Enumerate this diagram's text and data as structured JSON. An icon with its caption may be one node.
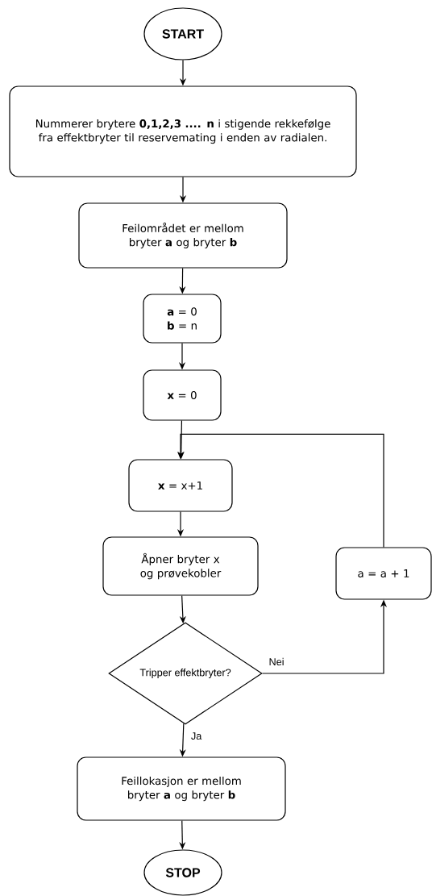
{
  "diagram": {
    "nodes": [
      {
        "text": [
          "START"
        ]
      },
      {
        "text": [
          "Nummerer brytere **0,1,2,3 .... n** i stigende rekkefølge fra effektbryter til reservemating i enden av radialen."
        ]
      },
      {
        "text": [
          "Feilområdet er mellom bryter **a** og bryter **b**"
        ]
      },
      {
        "text": [
          "**a** = 0",
          "**b** = n"
        ]
      },
      {
        "text": [
          "**x** = 0"
        ]
      },
      {
        "text": [
          "**x** = x+1"
        ]
      },
      {
        "text": [
          "Åpner bryter x og prøvekobler"
        ]
      },
      {
        "text": [
          "Tripper effektbryter?"
        ]
      },
      {
        "text": [
          "a = a + 1"
        ]
      },
      {
        "text": [
          "Feillokasjon er mellom bryter **a** og bryter **b**"
        ]
      },
      {
        "text": [
          "STOP"
        ]
      }
    ],
    "edges": [
      {
        "from": 0,
        "to": 1,
        "arrow": "to"
      },
      {
        "from": 1,
        "to": 2,
        "arrow": "to"
      },
      {
        "from": 2,
        "to": 3,
        "arrow": "to"
      },
      {
        "from": 3,
        "to": 4,
        "arrow": "to"
      },
      {
        "from": 4,
        "to": 5,
        "arrow": "to"
      },
      {
        "from": 5,
        "to": 6,
        "arrow": "to"
      },
      {
        "from": 6,
        "to": 7,
        "arrow": "to"
      },
      {
        "from": 7,
        "to": 8,
        "arrow": "to",
        "label": "Nei"
      },
      {
        "from": 8,
        "to": 5,
        "arrow": "to"
      },
      {
        "from": 7,
        "to": 9,
        "arrow": "to",
        "label": "Ja"
      },
      {
        "from": 9,
        "to": 10,
        "arrow": "to"
      }
    ]
  }
}
